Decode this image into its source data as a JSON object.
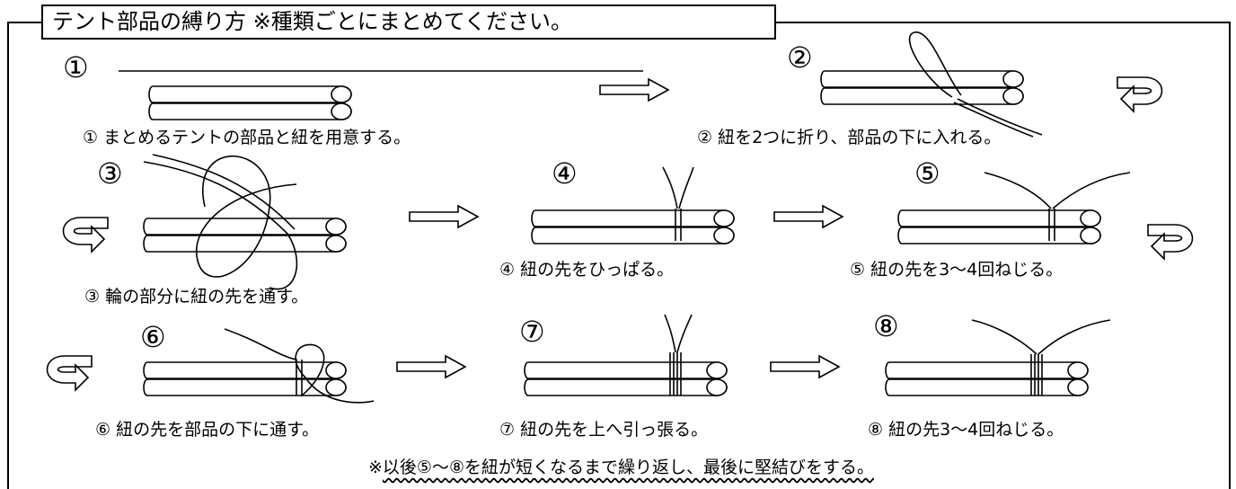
{
  "title": "テント部品の縛り方 ※種類ごとにまとめてください。",
  "step_numbers": [
    "①",
    "②",
    "③",
    "④",
    "⑤",
    "⑥",
    "⑦",
    "⑧"
  ],
  "captions": {
    "s1": "①  まとめるテントの部品と紐を用意する。",
    "s2": "②  紐を2つに折り、部品の下に入れる。",
    "s3": "③  輪の部分に紐の先を通す。",
    "s4": "④  紐の先をひっぱる。",
    "s5": "⑤  紐の先を3～4回ねじる。",
    "s6": "⑥  紐の先を部品の下に通す。",
    "s7": "⑦  紐の先を上へ引っ張る。",
    "s8": "⑧  紐の先3～4回ねじる。"
  },
  "footer": {
    "mark": "※",
    "text": "以後⑤～⑧を紐が短くなるまで繰り返し、最後に堅結びをする。"
  }
}
